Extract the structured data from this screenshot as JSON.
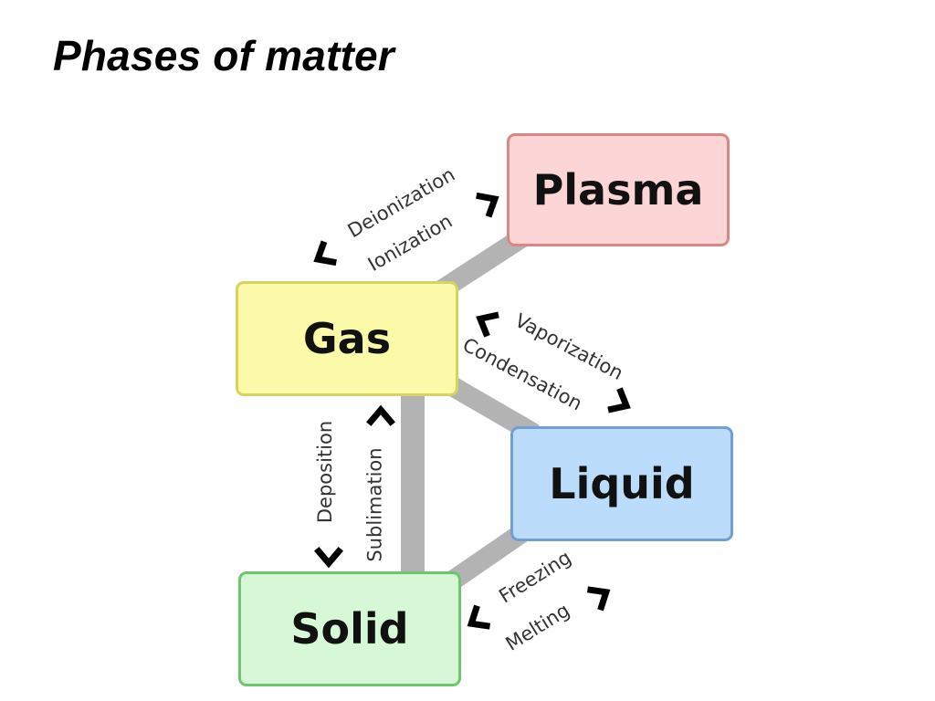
{
  "title": "Phases of matter",
  "diagram": {
    "phases": {
      "plasma": {
        "label": "Plasma",
        "fill": "#fcd6d6",
        "border": "#d98686"
      },
      "gas": {
        "label": "Gas",
        "fill": "#fbfaa8",
        "border": "#d6d35f"
      },
      "liquid": {
        "label": "Liquid",
        "fill": "#bcdcfb",
        "border": "#6f9fd4"
      },
      "solid": {
        "label": "Solid",
        "fill": "#d6f8d6",
        "border": "#6fc46f"
      }
    },
    "transitions": {
      "deionization": "Deionization",
      "ionization": "Ionization",
      "vaporization": "Vaporization",
      "condensation": "Condensation",
      "deposition": "Deposition",
      "sublimation": "Sublimation",
      "freezing": "Freezing",
      "melting": "Melting"
    },
    "connector_color": "#b3b3b3",
    "arrow_color": "#000000"
  }
}
